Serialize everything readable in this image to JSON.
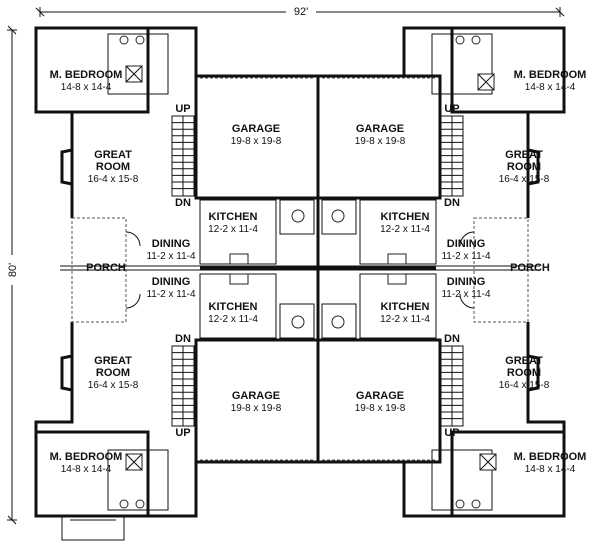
{
  "dimensions": {
    "width_label": "92'",
    "height_label": "80'"
  },
  "rooms": [
    {
      "name": "M. BEDROOM",
      "size": "14-8 x 14-4"
    },
    {
      "name": "M. BEDROOM",
      "size": "14-8 x 14-4"
    },
    {
      "name": "M. BEDROOM",
      "size": "14-8 x 14-4"
    },
    {
      "name": "M. BEDROOM",
      "size": "14-8 x 14-4"
    },
    {
      "name": "GARAGE",
      "size": "19-8 x 19-8"
    },
    {
      "name": "GARAGE",
      "size": "19-8 x 19-8"
    },
    {
      "name": "GARAGE",
      "size": "19-8 x 19-8"
    },
    {
      "name": "GARAGE",
      "size": "19-8 x 19-8"
    },
    {
      "name": "GREAT\nROOM",
      "size": "16-4 x 15-8"
    },
    {
      "name": "GREAT\nROOM",
      "size": "16-4 x 15-8"
    },
    {
      "name": "GREAT\nROOM",
      "size": "16-4 x 15-8"
    },
    {
      "name": "GREAT\nROOM",
      "size": "16-4 x 15-8"
    },
    {
      "name": "KITCHEN",
      "size": "12-2 x 11-4"
    },
    {
      "name": "KITCHEN",
      "size": "12-2 x 11-4"
    },
    {
      "name": "KITCHEN",
      "size": "12-2 x 11-4"
    },
    {
      "name": "KITCHEN",
      "size": "12-2 x 11-4"
    },
    {
      "name": "DINING",
      "size": "11-2 x 11-4"
    },
    {
      "name": "DINING",
      "size": "11-2 x 11-4"
    },
    {
      "name": "DINING",
      "size": "11-2 x 11-4"
    },
    {
      "name": "DINING",
      "size": "11-2 x 11-4"
    },
    {
      "name": "PORCH",
      "size": ""
    },
    {
      "name": "PORCH",
      "size": ""
    }
  ],
  "stair_labels": [
    {
      "text": "UP"
    },
    {
      "text": "DN"
    },
    {
      "text": "UP"
    },
    {
      "text": "DN"
    },
    {
      "text": "DN"
    },
    {
      "text": "UP"
    },
    {
      "text": "DN"
    },
    {
      "text": "UP"
    }
  ]
}
